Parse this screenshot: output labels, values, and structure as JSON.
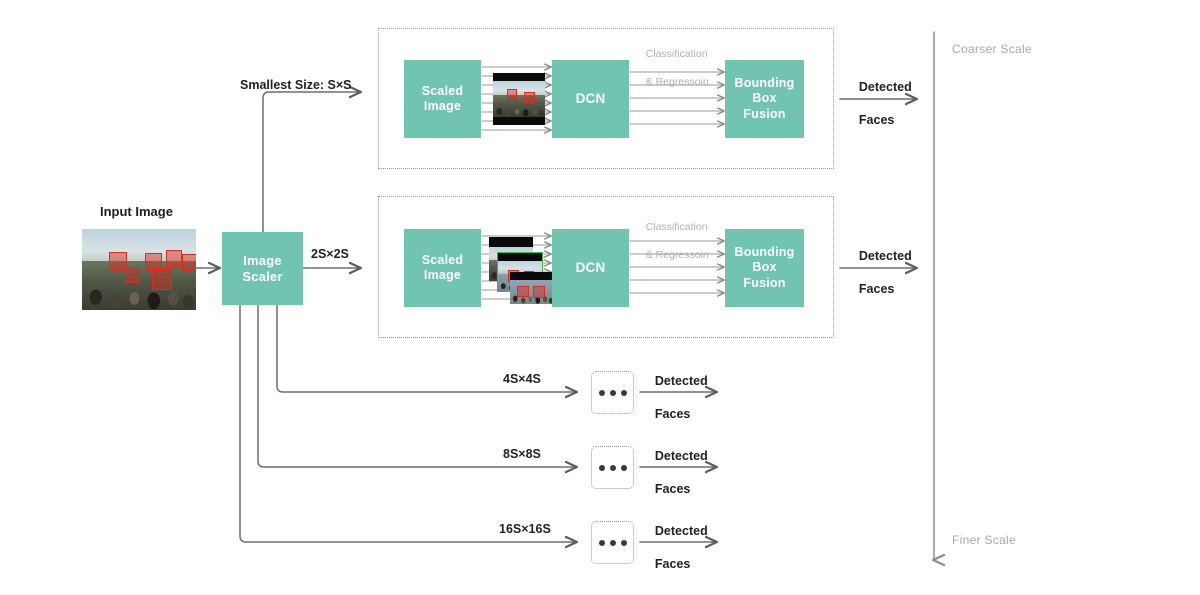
{
  "diagram": {
    "title": "Multi-scale face detection pipeline",
    "accent_color": "#71C5B0",
    "line_color": "#6f6f6f",
    "muted_text_color": "#a8a8a8"
  },
  "input": {
    "title": "Input Image",
    "image_alt": "crowd-photo-with-red-face-boxes"
  },
  "scaler": {
    "line1": "Image",
    "line2": "Scaler"
  },
  "scales": [
    {
      "id": "s",
      "label": "Smallest Size: S×S",
      "detailed": true
    },
    {
      "id": "2s",
      "label": "2S×2S",
      "detailed": true
    },
    {
      "id": "4s",
      "label": "4S×4S",
      "detailed": false
    },
    {
      "id": "8s",
      "label": "8S×8S",
      "detailed": false
    },
    {
      "id": "16s",
      "label": "16S×16S",
      "detailed": false
    }
  ],
  "pipeline": {
    "scaled_image": {
      "line1": "Scaled",
      "line2": "Image"
    },
    "dcn": "DCN",
    "cr_label": {
      "line1": "Classification",
      "line2": "& Regressoin"
    },
    "fusion": {
      "line1": "Bounding",
      "line2": "Box",
      "line3": "Fusion"
    },
    "arrow_rows": 8
  },
  "output": {
    "line1": "Detected",
    "line2": "Faces"
  },
  "axis": {
    "top_label": "Coarser Scale",
    "bottom_label": "Finer Scale"
  }
}
